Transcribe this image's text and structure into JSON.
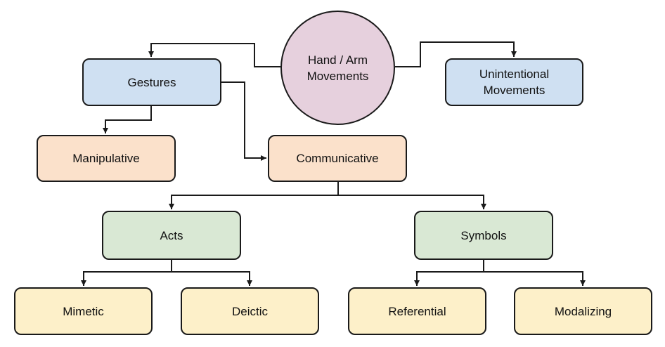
{
  "diagram": {
    "colors": {
      "root": "#e6d0dd",
      "level1": "#cfe0f2",
      "category": "#fbe1cb",
      "group": "#d9e8d4",
      "leaf": "#fdf0c9",
      "stroke": "#1a1a1a"
    },
    "root": {
      "label": "Hand / Arm\nMovements"
    },
    "gestures": {
      "label": "Gestures"
    },
    "unintentional": {
      "label": "Unintentional\nMovements"
    },
    "manipulative": {
      "label": "Manipulative"
    },
    "communicative": {
      "label": "Communicative"
    },
    "acts": {
      "label": "Acts"
    },
    "symbols": {
      "label": "Symbols"
    },
    "mimetic": {
      "label": "Mimetic"
    },
    "deictic": {
      "label": "Deictic"
    },
    "referential": {
      "label": "Referential"
    },
    "modalizing": {
      "label": "Modalizing"
    }
  }
}
